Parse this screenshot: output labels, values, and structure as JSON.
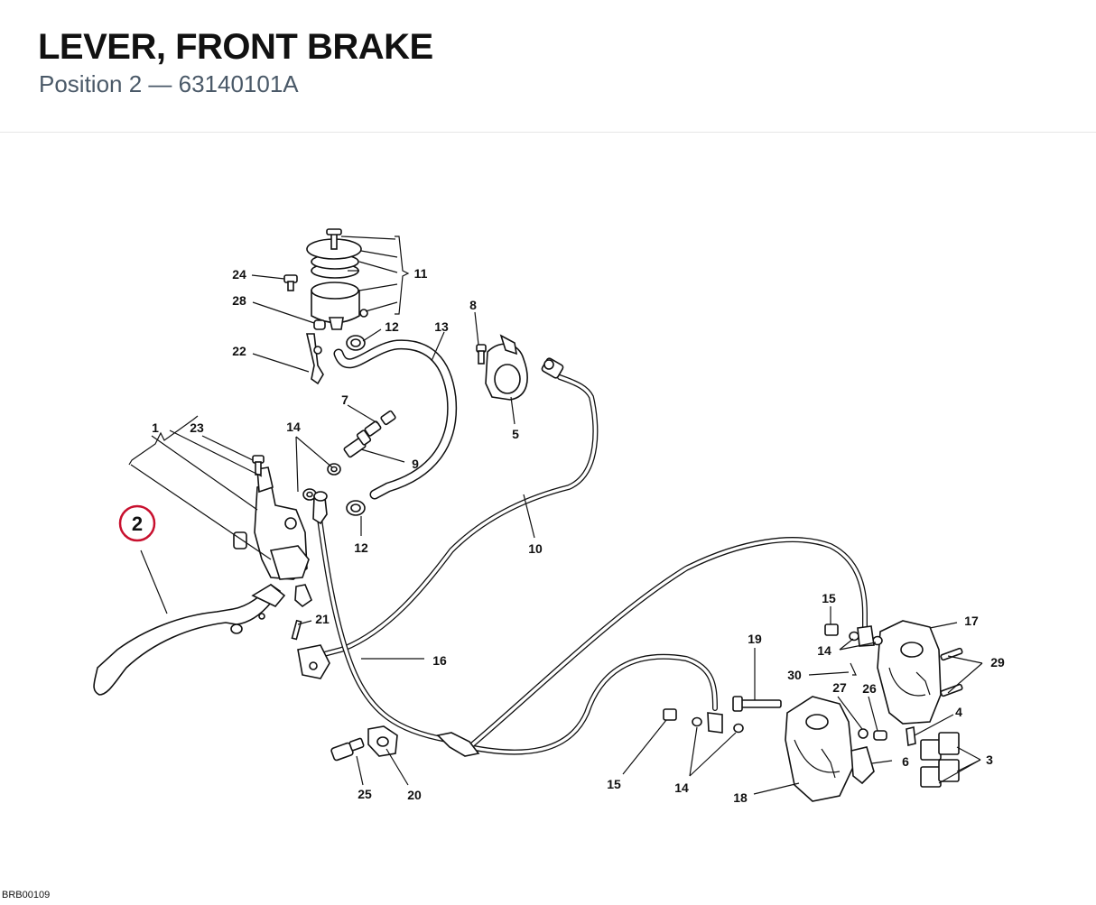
{
  "header": {
    "title": "LEVER, FRONT BRAKE",
    "subtitle": "Position 2 — 63140101A"
  },
  "diagram": {
    "highlight_position": "2",
    "highlight_color": "#c8102e",
    "labels": [
      "1",
      "23",
      "24",
      "28",
      "22",
      "11",
      "12",
      "12",
      "13",
      "8",
      "5",
      "7",
      "14",
      "9",
      "10",
      "16",
      "21",
      "25",
      "20",
      "15",
      "17",
      "14",
      "19",
      "30",
      "29",
      "27",
      "26",
      "4",
      "3",
      "6",
      "15",
      "14",
      "18"
    ],
    "code": "BRB00109"
  }
}
